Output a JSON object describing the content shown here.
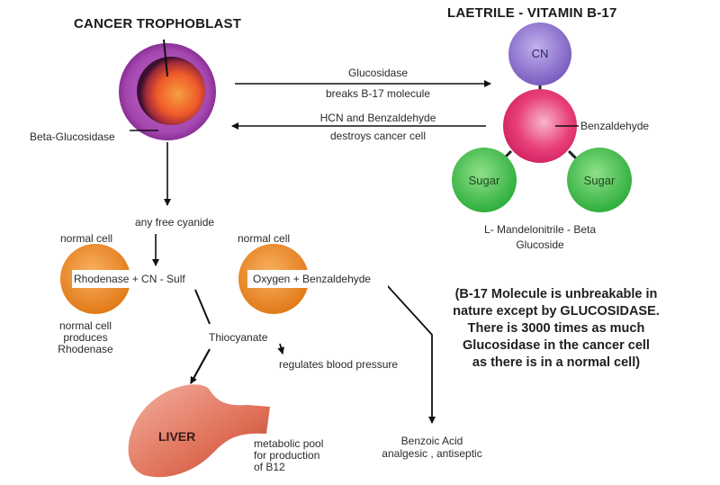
{
  "diagram": {
    "left_title": "CANCER TROPHOBLAST",
    "right_title": "LAETRILE - VITAMIN B-17",
    "cancer_cell_label": "Beta-Glucosidase",
    "arrow_right": {
      "line1": "Glucosidase",
      "line2": "breaks B-17 molecule"
    },
    "arrow_left": {
      "line1": "HCN and Benzaldehyde",
      "line2": "destroys cancer cell"
    },
    "molecule": {
      "cn": "CN",
      "benzaldehyde": "Benzaldehyde",
      "sugar_left": "Sugar",
      "sugar_right": "Sugar",
      "caption_line1": "L- Mandelonitrile - Beta",
      "caption_line2": "Glucoside"
    },
    "free_cyanide": "any free cyanide",
    "normal_cell_left": {
      "label": "normal cell",
      "reaction": "Rhodenase + CN - Sulf",
      "caption": [
        "normal cell",
        "produces",
        "Rhodenase"
      ]
    },
    "normal_cell_right": {
      "label": "normal cell",
      "reaction": "Oxygen + Benzaldehyde"
    },
    "thiocyanate": "Thiocyanate",
    "blood_pressure": "regulates blood pressure",
    "liver": "LIVER",
    "liver_caption": [
      "metabolic pool",
      "for production",
      "of B12"
    ],
    "benzoic": {
      "line1": "Benzoic Acid",
      "line2": "analgesic , antiseptic"
    },
    "note": [
      "(B-17 Molecule is unbreakable in",
      "nature except by GLUCOSIDASE.",
      "There is 3000 times as much",
      "Glucosidase in the cancer cell",
      "as there is in a normal cell)"
    ],
    "colors": {
      "cancer_outer": "#9b3fa6",
      "cancer_core": "#f0602a",
      "cn_ball": "#8a6fc9",
      "benzaldehyde_ball": "#e0356f",
      "sugar_ball": "#3fbf4a",
      "normal_cell": "#f08c2a",
      "liver": "#e0785c"
    }
  }
}
